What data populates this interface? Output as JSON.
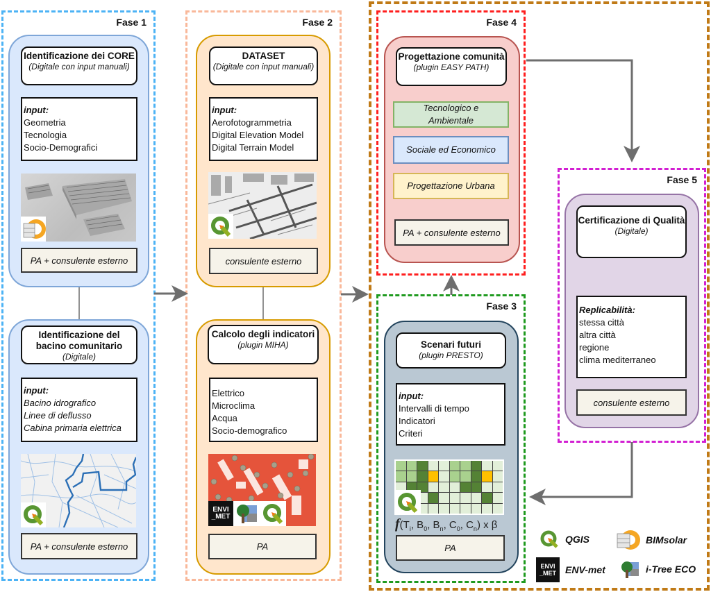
{
  "colors": {
    "phase1_border": "#4db3f5",
    "phase2_border": "#f9b89a",
    "phase3_border": "#1f9a1f",
    "phase4_border": "#ff1f1f",
    "phase5_border": "#d21fd2",
    "outer_border": "#c07a16",
    "arrow": "#6e6e6e"
  },
  "phases": {
    "fase1": {
      "label": "Fase 1",
      "card1": {
        "title": "Identificazione dei CORE",
        "subtitle": "(Digitale con input manuali)",
        "input_header": "input:",
        "inputs": [
          "Geometria",
          "Tecnologia",
          "Socio-Demografici"
        ],
        "image": "3d-building-render",
        "logo": "bimsolar-icon",
        "actor": "PA + consulente esterno"
      },
      "card2": {
        "title": "Identificazione del bacino comunitario",
        "subtitle": "(Digitale)",
        "input_header": "input:",
        "inputs": [
          "Bacino idrografico",
          "Linee di deflusso",
          "Cabina primaria elettrica"
        ],
        "image": "hydrographic-basin-map",
        "logo": "qgis-icon",
        "actor": "PA + consulente esterno"
      }
    },
    "fase2": {
      "label": "Fase 2",
      "card1": {
        "title": "DATASET",
        "subtitle": "(Digitale con input manuali)",
        "input_header": "input:",
        "inputs": [
          "Aerofotogrammetria",
          "Digital Elevation Model",
          "Digital Terrain Model"
        ],
        "image": "aerial-photogrammetry",
        "logo": "qgis-icon",
        "actor": "consulente esterno"
      },
      "card2": {
        "title": "Calcolo degli indicatori",
        "subtitle": "(plugin MIHA)",
        "inputs": [
          "Elettrico",
          "Microclima",
          "Acqua",
          "Socio-demografico"
        ],
        "image": "microclimate-heatmap",
        "logos": [
          "envimet-icon",
          "itree-icon",
          "qgis-icon"
        ],
        "actor": "PA"
      }
    },
    "fase3": {
      "label": "Fase 3",
      "card": {
        "title": "Scenari futuri",
        "subtitle": "(plugin PRESTO)",
        "input_header": "input:",
        "inputs": [
          "Intervalli di tempo",
          "Indicatori",
          "Criteri"
        ],
        "image": "scenario-grid",
        "logo": "qgis-icon",
        "formula": "f(Ti, B0, Bn, C0, Cn) x β",
        "actor": "PA"
      }
    },
    "fase4": {
      "label": "Fase 4",
      "card": {
        "title": "Progettazione comunità",
        "subtitle": "(plugin EASY PATH)",
        "categories": [
          {
            "label": "Tecnologico e Ambientale",
            "bg": "#d5e8d4",
            "border": "#82b366"
          },
          {
            "label": "Sociale ed Economico",
            "bg": "#dae8fc",
            "border": "#6c8ebf"
          },
          {
            "label": "Progettazione Urbana",
            "bg": "#fff2cc",
            "border": "#d6b656"
          }
        ],
        "actor": "PA + consulente esterno"
      }
    },
    "fase5": {
      "label": "Fase 5",
      "card": {
        "title": "Certificazione di Qualità",
        "subtitle": "(Digitale)",
        "input_header": "Replicabilità:",
        "inputs": [
          "stessa città",
          "altra città",
          "regione",
          "clima mediterraneo"
        ],
        "actor": "consulente esterno"
      }
    }
  },
  "legend": [
    {
      "icon": "qgis-icon",
      "label": "QGIS"
    },
    {
      "icon": "bimsolar-icon",
      "label": "BIMsolar"
    },
    {
      "icon": "envimet-icon",
      "label": "ENV-met"
    },
    {
      "icon": "itree-icon",
      "label": "i-Tree ECO"
    }
  ],
  "grid": {
    "rows": [
      [
        "m",
        "m",
        "d",
        "l",
        "l",
        "m",
        "m",
        "d",
        "l",
        "l"
      ],
      [
        "m",
        "m",
        "d",
        "y",
        "l",
        "m",
        "m",
        "d",
        "y",
        "l"
      ],
      [
        "l",
        "d",
        "d",
        "l",
        "l",
        "l",
        "d",
        "d",
        "l",
        "l"
      ],
      [
        "l",
        "l",
        "l",
        "d",
        "l",
        "l",
        "l",
        "l",
        "d",
        "l"
      ],
      [
        "l",
        "l",
        "l",
        "l",
        "l",
        "l",
        "l",
        "l",
        "l",
        "l"
      ]
    ],
    "palette": {
      "l": "#e2efd9",
      "m": "#a9d18e",
      "d": "#548235",
      "y": "#ffc000"
    }
  },
  "envimet_logo_text": [
    "ENVI",
    "_MET"
  ]
}
